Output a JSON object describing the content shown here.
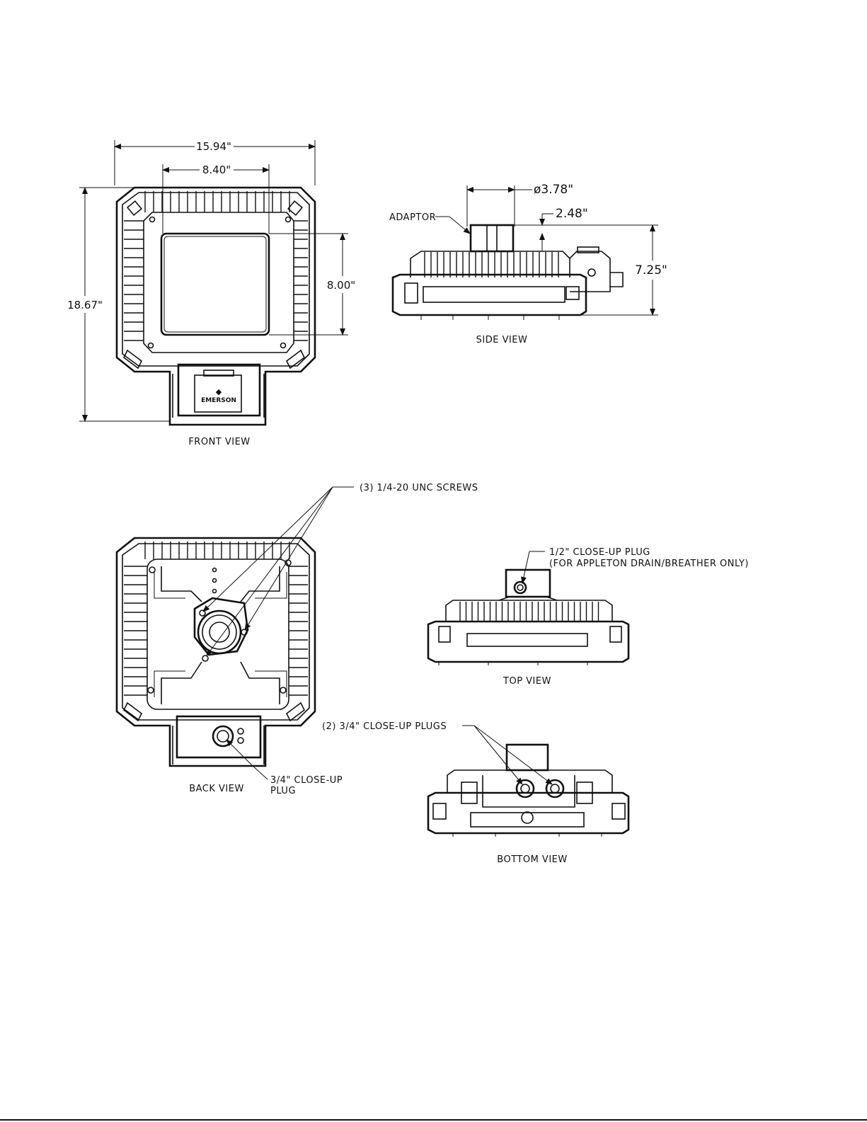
{
  "views": {
    "front": "FRONT VIEW",
    "side": "SIDE VIEW",
    "back": "BACK VIEW",
    "top": "TOP VIEW",
    "bottom": "BOTTOM VIEW"
  },
  "dimensions": {
    "overall_width": "15.94\"",
    "window_width": "8.40\"",
    "overall_height": "18.67\"",
    "window_height": "8.00\"",
    "adaptor_diameter": "ø3.78\"",
    "adaptor_height": "2.48\"",
    "side_height": "7.25\""
  },
  "callouts": {
    "adaptor": "ADAPTOR",
    "screws": "(3) 1/4-20 UNC SCREWS",
    "top_plug_line1": "1/2\" CLOSE-UP PLUG",
    "top_plug_line2": "(FOR APPLETON DRAIN/BREATHER ONLY)",
    "bottom_plugs": "(2) 3/4\" CLOSE-UP PLUGS",
    "back_plug_line1": "3/4\" CLOSE-UP",
    "back_plug_line2": "PLUG"
  },
  "logo_text": "EMERSON"
}
